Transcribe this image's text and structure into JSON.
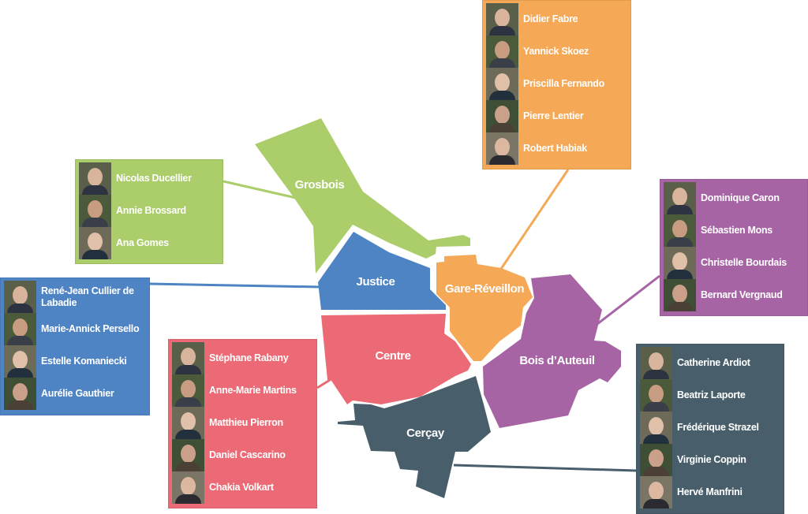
{
  "colors": {
    "grosbois": "#abcd6a",
    "justice": "#4f84c4",
    "gare_reveillon": "#f5a855",
    "centre": "#ec6a75",
    "bois_dauteuil": "#a664a4",
    "cercay": "#485f6b"
  },
  "districts": {
    "grosbois": {
      "label": "Grosbois",
      "members": [
        "Nicolas Ducellier",
        "Annie Brossard",
        "Ana Gomes"
      ]
    },
    "justice": {
      "label": "Justice",
      "members": [
        "René-Jean Cullier de Labadie",
        "Marie-Annick Persello",
        "Estelle Komaniecki",
        "Aurélie Gauthier"
      ]
    },
    "gare_reveillon": {
      "label": "Gare-Réveillon",
      "members": [
        "Didier Fabre",
        "Yannick Skoez",
        "Priscilla Fernando",
        "Pierre Lentier",
        "Robert Habiak"
      ]
    },
    "centre": {
      "label": "Centre",
      "members": [
        "Stéphane Rabany",
        "Anne-Marie Martins",
        "Matthieu Pierron",
        "Daniel Cascarino",
        "Chakia Volkart"
      ]
    },
    "bois_dauteuil": {
      "label": "Bois d’Auteuil",
      "members": [
        "Dominique Caron",
        "Sébastien Mons",
        "Christelle Bourdais",
        "Bernard Vergnaud"
      ]
    },
    "cercay": {
      "label": "Cerçay",
      "members": [
        "Catherine Ardiot",
        "Beatriz Laporte",
        "Frédérique Strazel",
        "Virginie Coppin",
        "Hervé Manfrini"
      ]
    }
  }
}
